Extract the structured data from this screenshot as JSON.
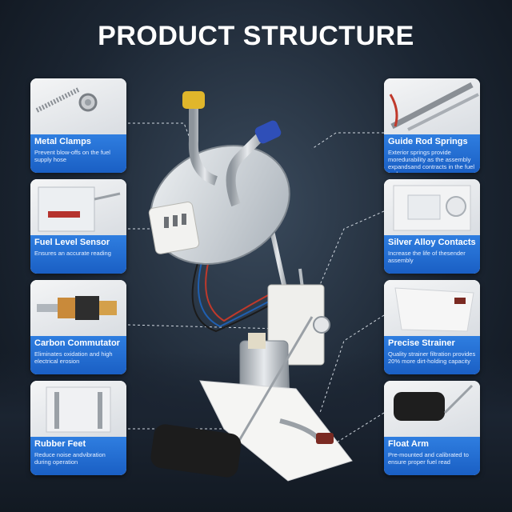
{
  "title": "PRODUCT STRUCTURE",
  "features": [
    {
      "name": "Metal Clamps",
      "desc": "Prevent blow-offs on the fuel supply hose"
    },
    {
      "name": "Fuel Level Sensor",
      "desc": "Ensures an accurate reading"
    },
    {
      "name": "Carbon Commutator",
      "desc": "Eliminates oxidation and high electrical erosion"
    },
    {
      "name": "Rubber Feet",
      "desc": "Reduce noise andvibration during operation"
    },
    {
      "name": "Guide Rod Springs",
      "desc": "Exterior springs provide moredurability as the assembly expandsand contracts in the fuel tank"
    },
    {
      "name": "Silver Alloy Contacts",
      "desc": "Increase the life of thesender assembly"
    },
    {
      "name": "Precise Strainer",
      "desc": "Quality strainer filtration provides 20% more dirt-holding capacity"
    },
    {
      "name": "Float Arm",
      "desc": "Pre-mounted and calibrated to ensure proper fuel read"
    }
  ],
  "colors": {
    "accent": "#1a5fc4",
    "background": "#1c2633"
  }
}
